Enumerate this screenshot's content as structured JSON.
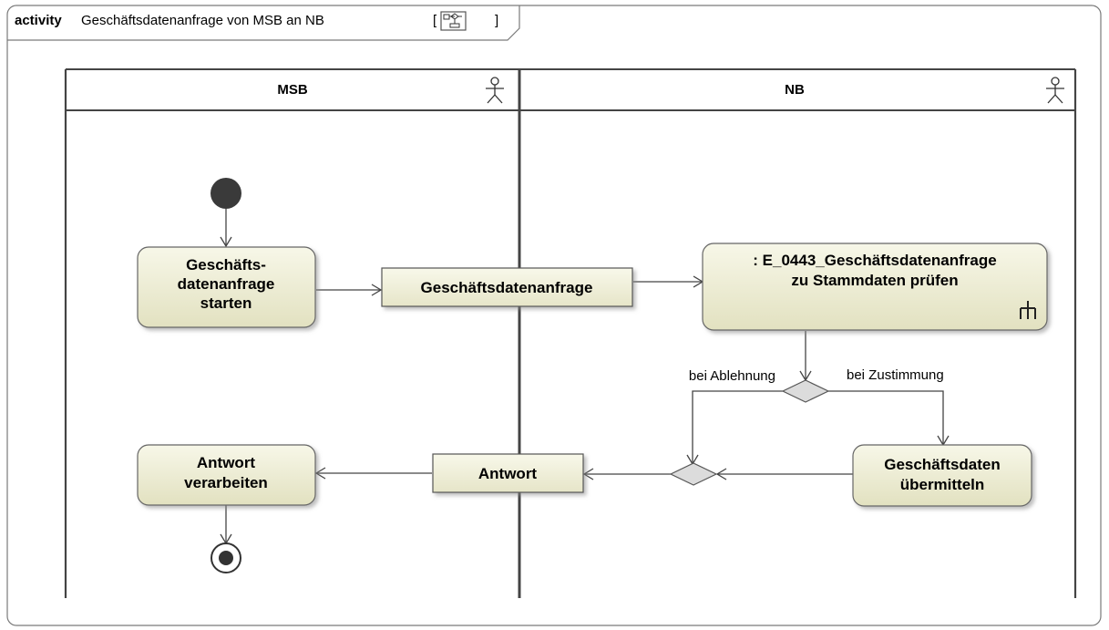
{
  "frame": {
    "keyword": "activity",
    "name": "Geschäftsdatenanfrage von MSB an NB",
    "bracket_open": "[",
    "bracket_close": "]"
  },
  "lanes": [
    {
      "name": "MSB",
      "icon": "actor-icon"
    },
    {
      "name": "NB",
      "icon": "actor-icon"
    }
  ],
  "nodes": {
    "start_action": {
      "lines": [
        "Geschäfts-",
        "datenanfrage",
        "starten"
      ]
    },
    "object_request": {
      "label": "Geschäftsdatenanfrage"
    },
    "call_behavior": {
      "lines": [
        ": E_0443_Geschäftsdatenanfrage",
        "zu Stammdaten prüfen"
      ],
      "icon": "call-behavior-rake-icon"
    },
    "transmit_action": {
      "lines": [
        "Geschäftsdaten",
        "übermitteln"
      ]
    },
    "object_answer": {
      "label": "Antwort"
    },
    "process_action": {
      "lines": [
        "Antwort",
        "verarbeiten"
      ]
    }
  },
  "guards": {
    "reject": "bei Ablehnung",
    "approve": "bei Zustimmung"
  },
  "colors": {
    "action_fill": "#e9e9cc",
    "object_fill": "#f0efd8",
    "border": "#555555",
    "decision_fill": "#dcdcdc"
  }
}
